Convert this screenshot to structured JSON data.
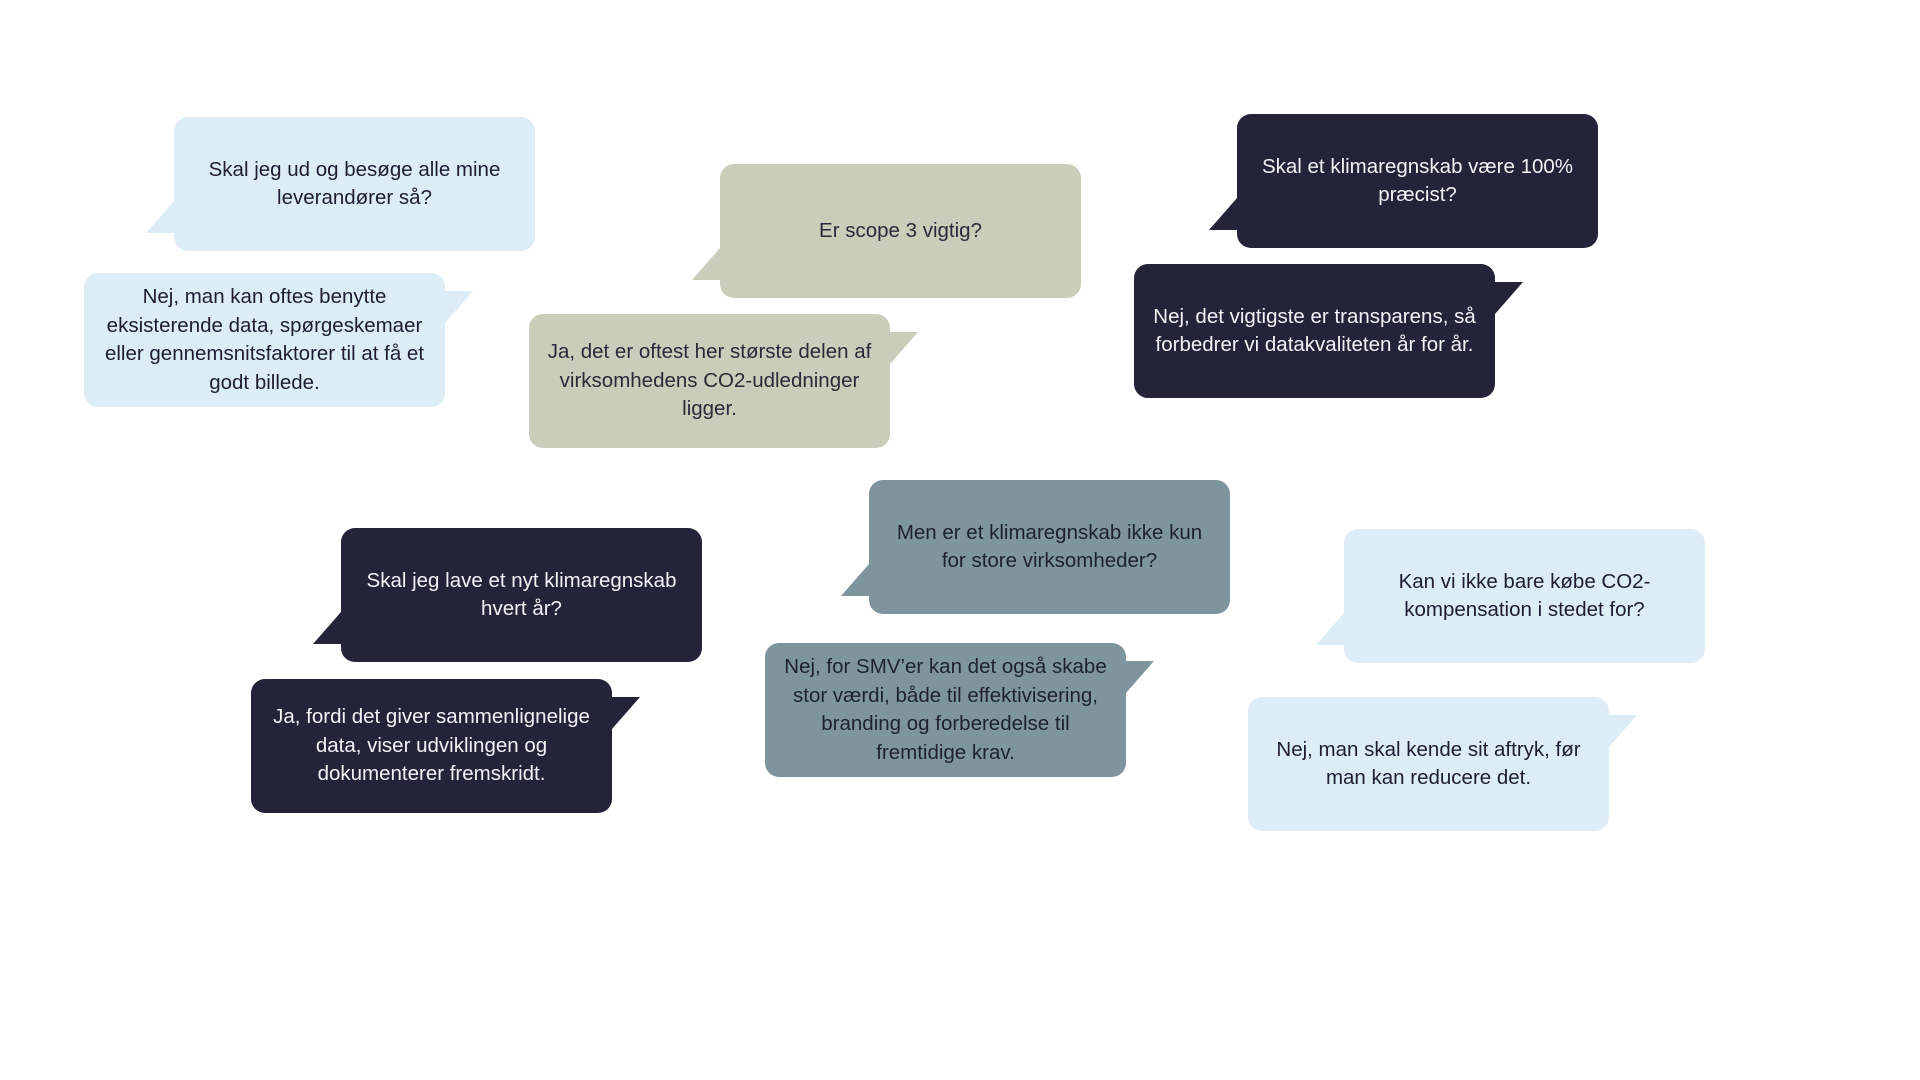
{
  "colors": {
    "light_blue": "#dcedf5",
    "sage": "#cacdb9",
    "navy": "#252339",
    "slate": "#7e959e"
  },
  "pairs": [
    {
      "theme": "light_blue",
      "question": "Skal jeg ud og besøge alle mine leverandører så?",
      "answer": "Nej, man kan oftes benytte eksisterende data, spørgeskemaer eller gennemsnitsfaktorer til at få et godt billede."
    },
    {
      "theme": "sage",
      "question": "Er scope 3 vigtig?",
      "answer": "Ja, det er oftest her største delen af virksomhedens CO2-udledninger ligger."
    },
    {
      "theme": "navy",
      "question": "Skal et klimaregnskab være 100% præcist?",
      "answer": "Nej, det vigtigste er transparens, så forbedrer vi datakvaliteten år for år."
    },
    {
      "theme": "navy",
      "question": "Skal jeg lave et nyt klimaregnskab hvert år?",
      "answer": "Ja, fordi det giver sammenlignelige data, viser udviklingen og dokumenterer fremskridt."
    },
    {
      "theme": "slate",
      "question": "Men er et klimaregnskab ikke kun for store virksomheder?",
      "answer": "Nej, for SMV’er kan det også skabe stor værdi, både til effektivisering, branding og forberedelse til fremtidige krav."
    },
    {
      "theme": "light_blue",
      "question": "Kan vi ikke bare købe CO2-kompensation i stedet for?",
      "answer": "Nej, man skal kende sit aftryk, før man kan reducere det."
    }
  ]
}
